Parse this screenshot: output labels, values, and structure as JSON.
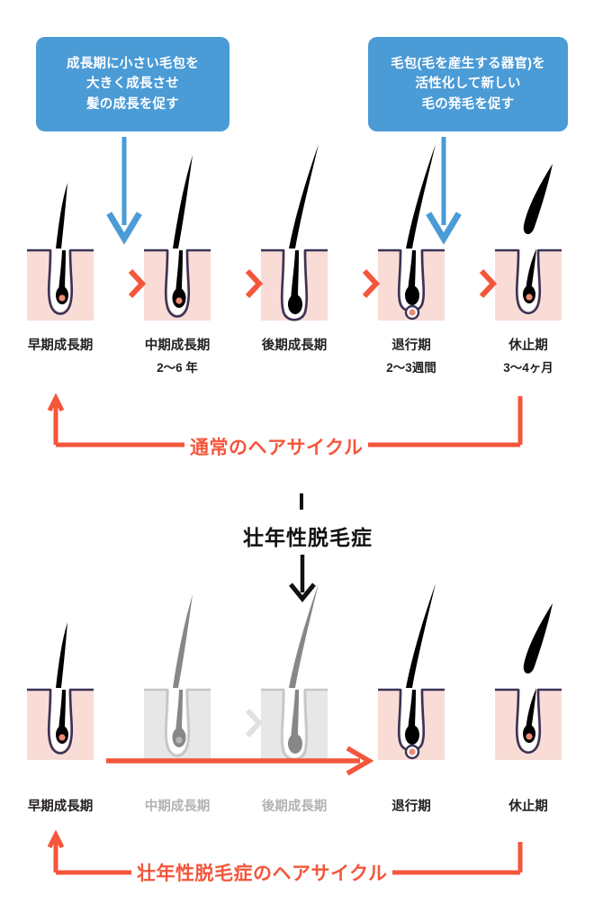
{
  "figure": {
    "title_hidden": "",
    "colors": {
      "skin": "#fadcd6",
      "skin_muted": "#e7e7e7",
      "follicle_outline": "#3a3357",
      "follicle_outline_muted": "#c6c6c6",
      "hair": "#000000",
      "hair_muted": "#878787",
      "papilla": "#f08a76",
      "papilla_muted": "#b5b5b5",
      "accent_orange": "#f4563c",
      "accent_blue": "#4a9bd6",
      "text": "#231f20",
      "text_muted": "#b3b3b3"
    }
  },
  "callouts": [
    {
      "id": "callout-growth",
      "text": "成長期に小さい毛包を\n大きく成長させ\n髪の成長を促す",
      "points_to": "中期成長期"
    },
    {
      "id": "callout-follicle",
      "text": "毛包(毛を産生する器官)を\n活性化して新しい\n毛の発毛を促す",
      "points_to": "休止期"
    }
  ],
  "normal_cycle": {
    "stages": [
      {
        "label": "早期成長期",
        "duration": "",
        "muted": false
      },
      {
        "label": "中期成長期",
        "duration": "2〜6 年",
        "muted": false
      },
      {
        "label": "後期成長期",
        "duration": "",
        "muted": false
      },
      {
        "label": "退行期",
        "duration": "2〜3週間",
        "muted": false
      },
      {
        "label": "休止期",
        "duration": "3〜4ヶ月",
        "muted": false
      }
    ],
    "separator_icon": "chevron-right-icon",
    "cycle_caption": "通常のヘアサイクル"
  },
  "transition": {
    "label": "壮年性脱毛症",
    "arrow_icon": "arrow-down-icon"
  },
  "baldness_cycle": {
    "stages": [
      {
        "label": "早期成長期",
        "duration": "",
        "muted": false
      },
      {
        "label": "中期成長期",
        "duration": "",
        "muted": true
      },
      {
        "label": "後期成長期",
        "duration": "",
        "muted": true
      },
      {
        "label": "退行期",
        "duration": "",
        "muted": false
      },
      {
        "label": "休止期",
        "duration": "",
        "muted": false
      }
    ],
    "skip_arrow_icon": "arrow-right-icon",
    "cycle_caption": "壮年性脱毛症のヘアサイクル"
  }
}
